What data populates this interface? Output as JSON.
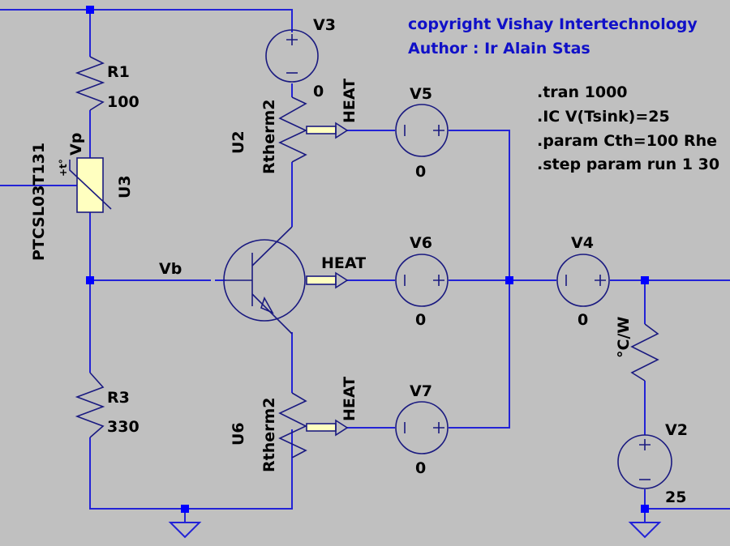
{
  "app": "LTspice schematic",
  "colors": {
    "background": "#c0c0c0",
    "wire": "#2323d6",
    "symbol": "#1a1a80",
    "junction": "#0000ff",
    "comment_text": "#1010c8",
    "thermistor_fill": "#ffffc0"
  },
  "comments": {
    "copyright": "copyright Vishay Intertechnology",
    "author": "Author : Ir Alain Stas"
  },
  "directives": [
    ".tran 1000",
    ".IC V(Tsink)=25",
    ".param Cth=100 Rhe",
    ".step param run 1 30"
  ],
  "components": {
    "R1": {
      "name": "R1",
      "value": "100"
    },
    "R3": {
      "name": "R3",
      "value": "330"
    },
    "U3": {
      "name": "U3",
      "model": "PTCSL03T131",
      "pin_label": "Vp",
      "temp_marker": "+t°"
    },
    "U2": {
      "name": "U2",
      "model": "Rtherm2"
    },
    "U6": {
      "name": "U6",
      "model": "Rtherm2"
    },
    "V3": {
      "name": "V3",
      "value": "0"
    },
    "V5": {
      "name": "V5",
      "value": "0"
    },
    "V6": {
      "name": "V6",
      "value": "0"
    },
    "V7": {
      "name": "V7",
      "value": "0"
    },
    "V4": {
      "name": "V4",
      "value": "0"
    },
    "V2": {
      "name": "V2",
      "value": "25"
    },
    "Rth": {
      "value": "°C/W"
    }
  },
  "nets": {
    "vb": "Vb",
    "heat_u2": "HEAT",
    "heat_q": "HEAT",
    "heat_u6": "HEAT"
  },
  "symbols": {
    "plus": "+",
    "minus": "−",
    "bar": "|"
  }
}
